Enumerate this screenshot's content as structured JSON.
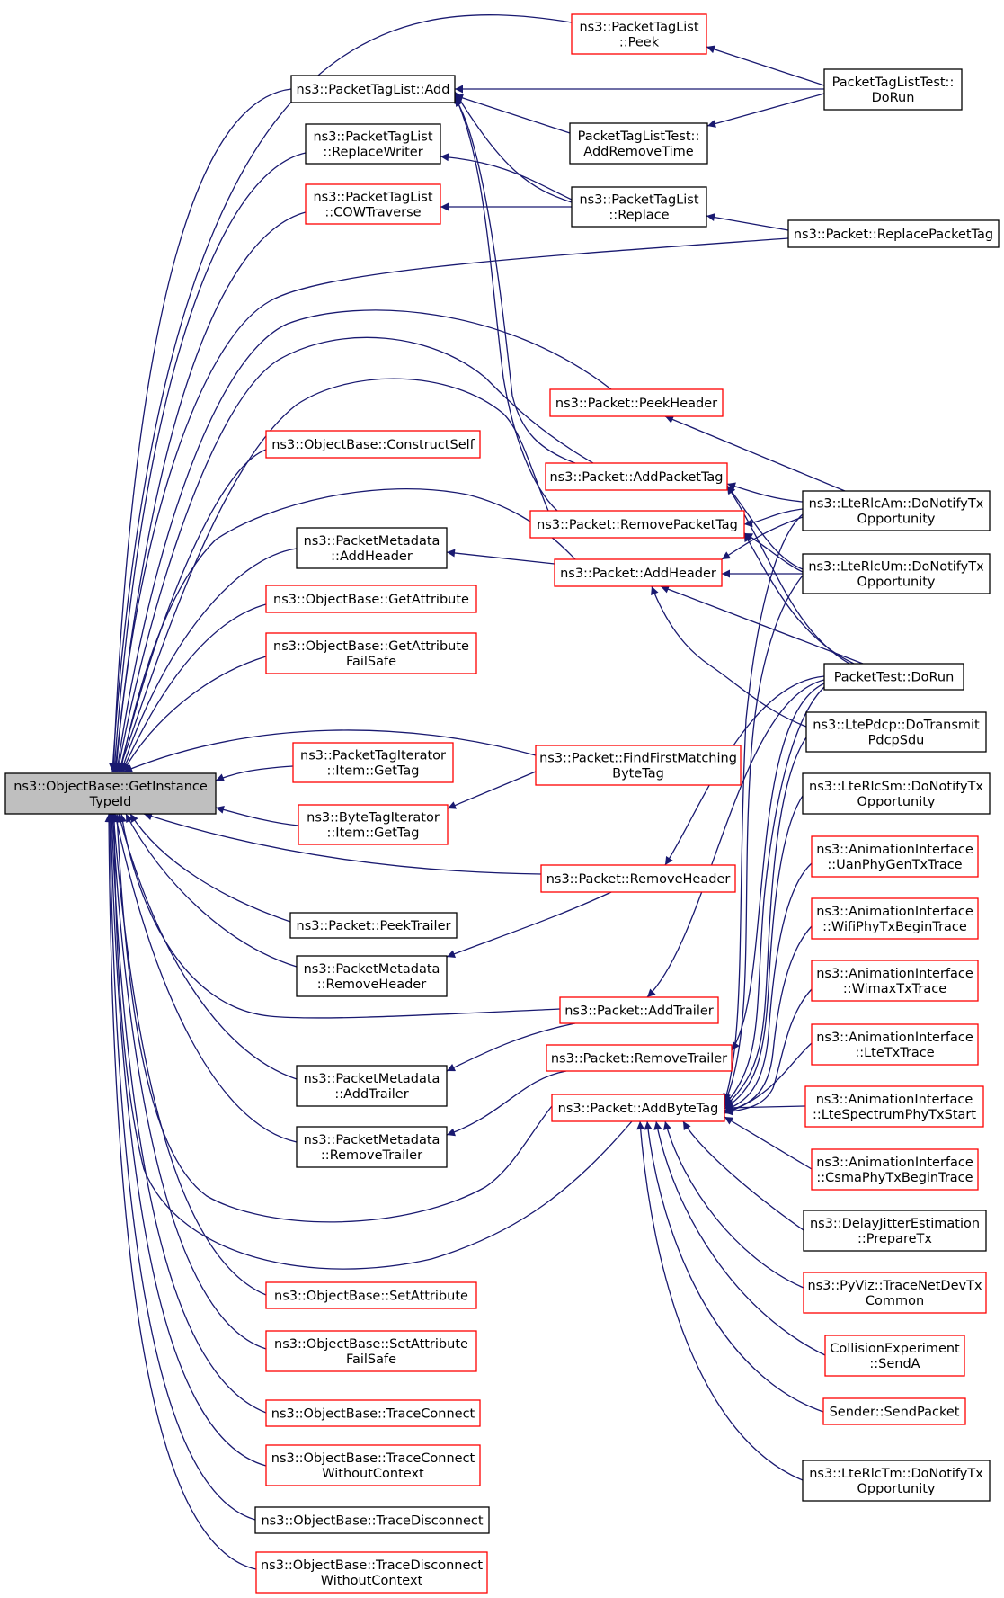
{
  "colors": {
    "edge": "#191970",
    "red_border": "#ff0000",
    "black_border": "#000000",
    "root_fill": "#bfbfbf"
  },
  "nodes": [
    {
      "id": "root",
      "lines": [
        "ns3::ObjectBase::GetInstance",
        "TypeId"
      ],
      "style": "root"
    },
    {
      "id": "ptl_peek",
      "lines": [
        "ns3::PacketTagList",
        "::Peek"
      ],
      "style": "red"
    },
    {
      "id": "ptl_add",
      "lines": [
        "ns3::PacketTagList::Add"
      ],
      "style": "black"
    },
    {
      "id": "ptl_repw",
      "lines": [
        "ns3::PacketTagList",
        "::ReplaceWriter"
      ],
      "style": "black"
    },
    {
      "id": "ptl_cow",
      "lines": [
        "ns3::PacketTagList",
        "::COWTraverse"
      ],
      "style": "red"
    },
    {
      "id": "ptlt_dorun",
      "lines": [
        "PacketTagListTest::",
        "DoRun"
      ],
      "style": "black"
    },
    {
      "id": "ptlt_art",
      "lines": [
        "PacketTagListTest::",
        "AddRemoveTime"
      ],
      "style": "black"
    },
    {
      "id": "ptl_replace",
      "lines": [
        "ns3::PacketTagList",
        "::Replace"
      ],
      "style": "black"
    },
    {
      "id": "p_rpt",
      "lines": [
        "ns3::Packet::ReplacePacketTag"
      ],
      "style": "black"
    },
    {
      "id": "p_peekhdr",
      "lines": [
        "ns3::Packet::PeekHeader"
      ],
      "style": "red"
    },
    {
      "id": "ob_cself",
      "lines": [
        "ns3::ObjectBase::ConstructSelf"
      ],
      "style": "red"
    },
    {
      "id": "p_apt",
      "lines": [
        "ns3::Packet::AddPacketTag"
      ],
      "style": "red"
    },
    {
      "id": "p_rmpt",
      "lines": [
        "ns3::Packet::RemovePacketTag"
      ],
      "style": "red"
    },
    {
      "id": "pm_addhdr",
      "lines": [
        "ns3::PacketMetadata",
        "::AddHeader"
      ],
      "style": "black"
    },
    {
      "id": "p_addhdr",
      "lines": [
        "ns3::Packet::AddHeader"
      ],
      "style": "red"
    },
    {
      "id": "ob_getattr",
      "lines": [
        "ns3::ObjectBase::GetAttribute"
      ],
      "style": "red"
    },
    {
      "id": "ob_getattr_fs",
      "lines": [
        "ns3::ObjectBase::GetAttribute",
        "FailSafe"
      ],
      "style": "red"
    },
    {
      "id": "lte_am",
      "lines": [
        "ns3::LteRlcAm::DoNotifyTx",
        "Opportunity"
      ],
      "style": "black"
    },
    {
      "id": "lte_um",
      "lines": [
        "ns3::LteRlcUm::DoNotifyTx",
        "Opportunity"
      ],
      "style": "black"
    },
    {
      "id": "pt_dorun",
      "lines": [
        "PacketTest::DoRun"
      ],
      "style": "black"
    },
    {
      "id": "lte_pdcp",
      "lines": [
        "ns3::LtePdcp::DoTransmit",
        "PdcpSdu"
      ],
      "style": "black"
    },
    {
      "id": "pti_gettag",
      "lines": [
        "ns3::PacketTagIterator",
        "::Item::GetTag"
      ],
      "style": "red"
    },
    {
      "id": "p_ffmbt",
      "lines": [
        "ns3::Packet::FindFirstMatching",
        "ByteTag"
      ],
      "style": "red"
    },
    {
      "id": "bti_gettag",
      "lines": [
        "ns3::ByteTagIterator",
        "::Item::GetTag"
      ],
      "style": "red"
    },
    {
      "id": "lte_sm",
      "lines": [
        "ns3::LteRlcSm::DoNotifyTx",
        "Opportunity"
      ],
      "style": "black"
    },
    {
      "id": "p_rmhdr",
      "lines": [
        "ns3::Packet::RemoveHeader"
      ],
      "style": "red"
    },
    {
      "id": "ai_uan",
      "lines": [
        "ns3::AnimationInterface",
        "::UanPhyGenTxTrace"
      ],
      "style": "red"
    },
    {
      "id": "p_peektr",
      "lines": [
        "ns3::Packet::PeekTrailer"
      ],
      "style": "black"
    },
    {
      "id": "ai_wifi",
      "lines": [
        "ns3::AnimationInterface",
        "::WifiPhyTxBeginTrace"
      ],
      "style": "red"
    },
    {
      "id": "pm_rmhdr",
      "lines": [
        "ns3::PacketMetadata",
        "::RemoveHeader"
      ],
      "style": "black"
    },
    {
      "id": "ai_wimax",
      "lines": [
        "ns3::AnimationInterface",
        "::WimaxTxTrace"
      ],
      "style": "red"
    },
    {
      "id": "p_addtr",
      "lines": [
        "ns3::Packet::AddTrailer"
      ],
      "style": "red"
    },
    {
      "id": "ai_lte",
      "lines": [
        "ns3::AnimationInterface",
        "::LteTxTrace"
      ],
      "style": "red"
    },
    {
      "id": "p_rmtr",
      "lines": [
        "ns3::Packet::RemoveTrailer"
      ],
      "style": "red"
    },
    {
      "id": "pm_addtr",
      "lines": [
        "ns3::PacketMetadata",
        "::AddTrailer"
      ],
      "style": "black"
    },
    {
      "id": "p_abt",
      "lines": [
        "ns3::Packet::AddByteTag"
      ],
      "style": "red"
    },
    {
      "id": "ai_ltesp",
      "lines": [
        "ns3::AnimationInterface",
        "::LteSpectrumPhyTxStart"
      ],
      "style": "red"
    },
    {
      "id": "pm_rmtr",
      "lines": [
        "ns3::PacketMetadata",
        "::RemoveTrailer"
      ],
      "style": "black"
    },
    {
      "id": "ai_csma",
      "lines": [
        "ns3::AnimationInterface",
        "::CsmaPhyTxBeginTrace"
      ],
      "style": "red"
    },
    {
      "id": "dje",
      "lines": [
        "ns3::DelayJitterEstimation",
        "::PrepareTx"
      ],
      "style": "black"
    },
    {
      "id": "ob_setattr",
      "lines": [
        "ns3::ObjectBase::SetAttribute"
      ],
      "style": "red"
    },
    {
      "id": "pyviz",
      "lines": [
        "ns3::PyViz::TraceNetDevTx",
        "Common"
      ],
      "style": "red"
    },
    {
      "id": "ob_setattr_fs",
      "lines": [
        "ns3::ObjectBase::SetAttribute",
        "FailSafe"
      ],
      "style": "red"
    },
    {
      "id": "coll",
      "lines": [
        "CollisionExperiment",
        "::SendA"
      ],
      "style": "red"
    },
    {
      "id": "ob_tc",
      "lines": [
        "ns3::ObjectBase::TraceConnect"
      ],
      "style": "red"
    },
    {
      "id": "sender",
      "lines": [
        "Sender::SendPacket"
      ],
      "style": "red"
    },
    {
      "id": "ob_tcwc",
      "lines": [
        "ns3::ObjectBase::TraceConnect",
        "WithoutContext"
      ],
      "style": "red"
    },
    {
      "id": "lte_tm",
      "lines": [
        "ns3::LteRlcTm::DoNotifyTx",
        "Opportunity"
      ],
      "style": "black"
    },
    {
      "id": "ob_td",
      "lines": [
        "ns3::ObjectBase::TraceDisconnect"
      ],
      "style": "black"
    },
    {
      "id": "ob_tdwc",
      "lines": [
        "ns3::ObjectBase::TraceDisconnect",
        "WithoutContext"
      ],
      "style": "red"
    }
  ]
}
